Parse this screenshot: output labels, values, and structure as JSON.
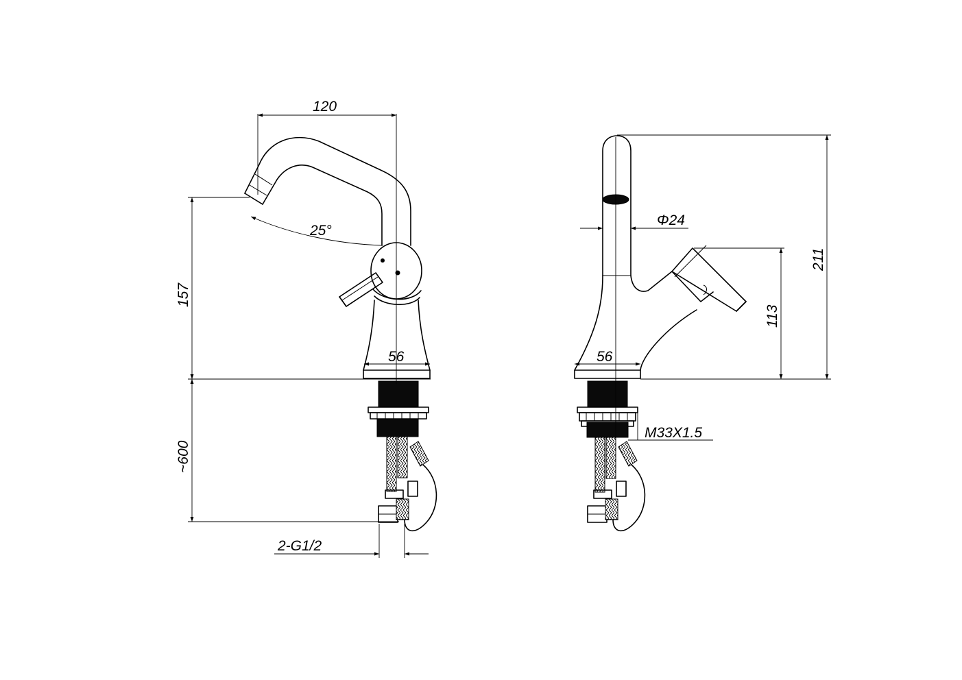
{
  "dimensions": {
    "spout_reach": "120",
    "swivel_angle": "25°",
    "spout_height": "157",
    "base_width_front": "56",
    "hose_length": "~600",
    "connection_thread": "2-G1/2",
    "body_diameter": "Φ24",
    "base_width_side": "56",
    "handle_height": "113",
    "total_height": "211",
    "mounting_thread": "M33X1.5"
  }
}
